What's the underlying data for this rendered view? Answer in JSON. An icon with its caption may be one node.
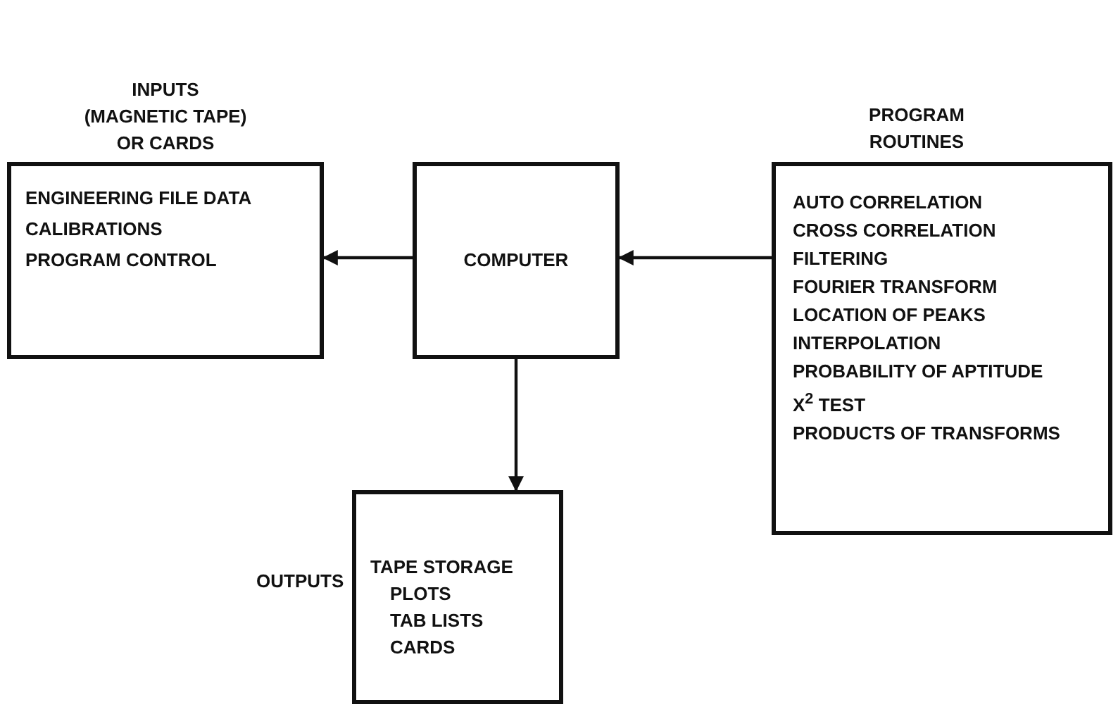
{
  "diagram": {
    "nodes": [
      {
        "text": [
          "INPUTS (MAGNETIC TAPE) OR CARDS",
          "ENGINEERING FILE DATA",
          "CALIBRATIONS",
          "PROGRAM CONTROL"
        ]
      },
      {
        "text": [
          "COMPUTER"
        ]
      },
      {
        "text": [
          "PROGRAM ROUTINES",
          "AUTO CORRELATION",
          "CROSS CORRELATION",
          "FILTERING",
          "FOURIER TRANSFORM",
          "LOCATION OF PEAKS",
          "INTERPOLATION",
          "PROBABILITY OF APTITUDE",
          "X$^{2}$ TEST",
          "PRODUCTS OF TRANSFORMS"
        ]
      },
      {
        "text": [
          "TAPE STORAGE",
          "PLOTS",
          "TAB LISTS",
          "CARDS"
        ],
        "beside": [
          "OUTPUTS"
        ]
      }
    ],
    "edges": [
      {
        "from": 1,
        "to": 0,
        "arrow": "to"
      },
      {
        "from": 2,
        "to": 1,
        "arrow": "to"
      },
      {
        "from": 1,
        "to": 3,
        "arrow": "to"
      }
    ]
  }
}
